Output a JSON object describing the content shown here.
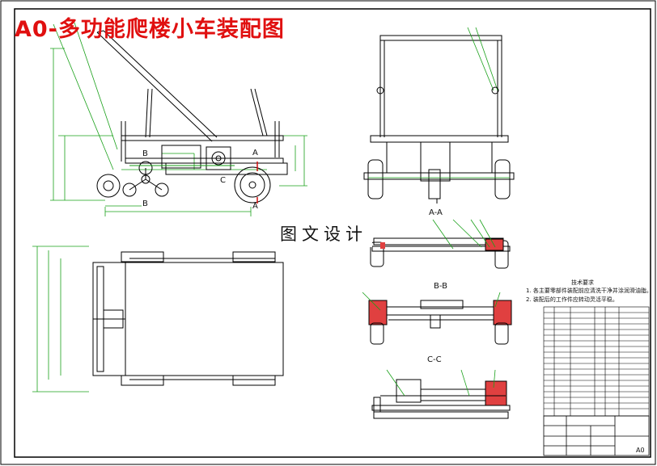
{
  "title": "A0-多功能爬楼小车装配图",
  "watermark": "图文设计",
  "section_labels": {
    "a_a": "A-A",
    "b_b": "B-B",
    "c_c": "C-C",
    "mark_a_top": "A",
    "mark_a_bottom": "A",
    "mark_b_top": "B",
    "mark_b_bottom": "B",
    "mark_c": "C"
  },
  "requirements": {
    "title": "技术要求",
    "items": [
      "1. 各主要零部件装配前应清洗干净并涂润滑油脂。",
      "2. 装配后的工作件应转动灵活平稳。"
    ]
  },
  "title_block": {
    "sheet_size": "A0"
  }
}
